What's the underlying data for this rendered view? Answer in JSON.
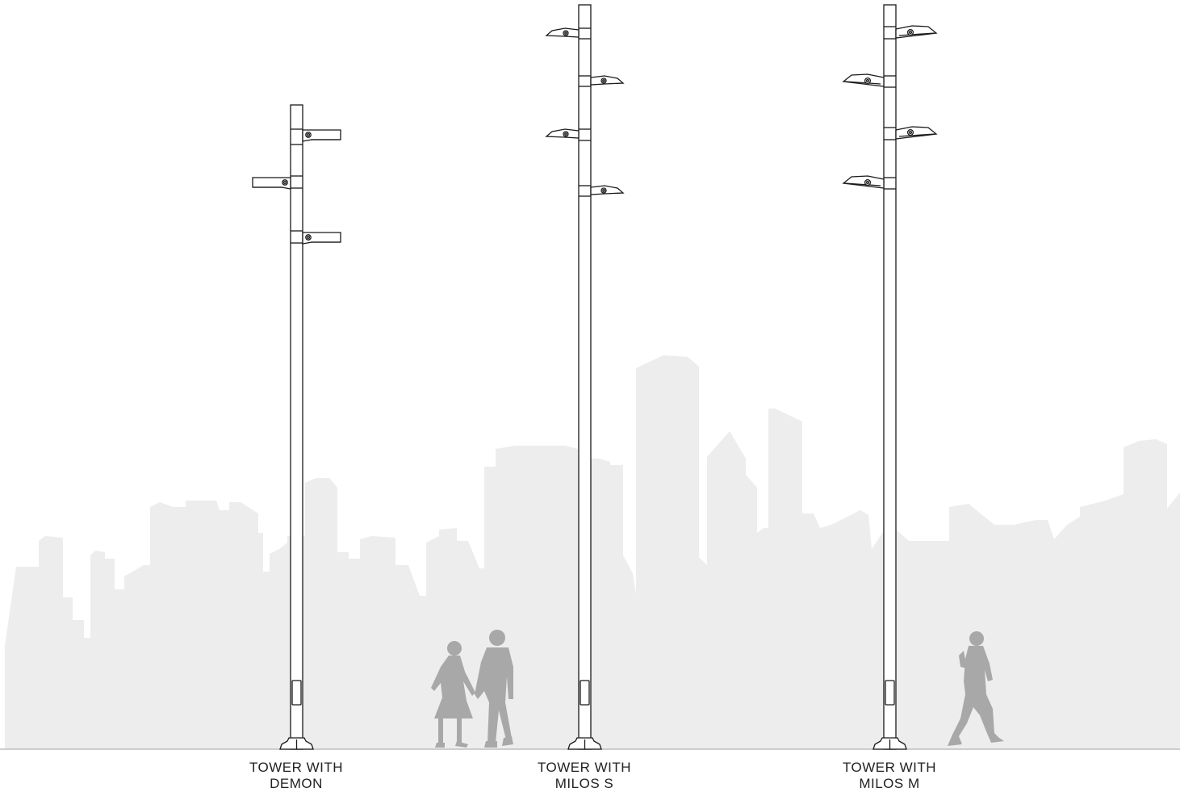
{
  "colors": {
    "background": "#ffffff",
    "skyline": "#ededed",
    "people": "#a8a8a8",
    "line": "#1a1a1a",
    "ground": "#bdbdbd",
    "text": "#222222"
  },
  "towers": [
    {
      "id": "demon",
      "label_line1": "TOWER WITH",
      "label_line2": "DEMON",
      "fixture": "demon",
      "fixture_count": 3
    },
    {
      "id": "milos-s",
      "label_line1": "TOWER WITH",
      "label_line2": "MILOS S",
      "fixture": "milos-s",
      "fixture_count": 4
    },
    {
      "id": "milos-m",
      "label_line1": "TOWER WITH",
      "label_line2": "MILOS M",
      "fixture": "milos-m",
      "fixture_count": 4
    }
  ]
}
